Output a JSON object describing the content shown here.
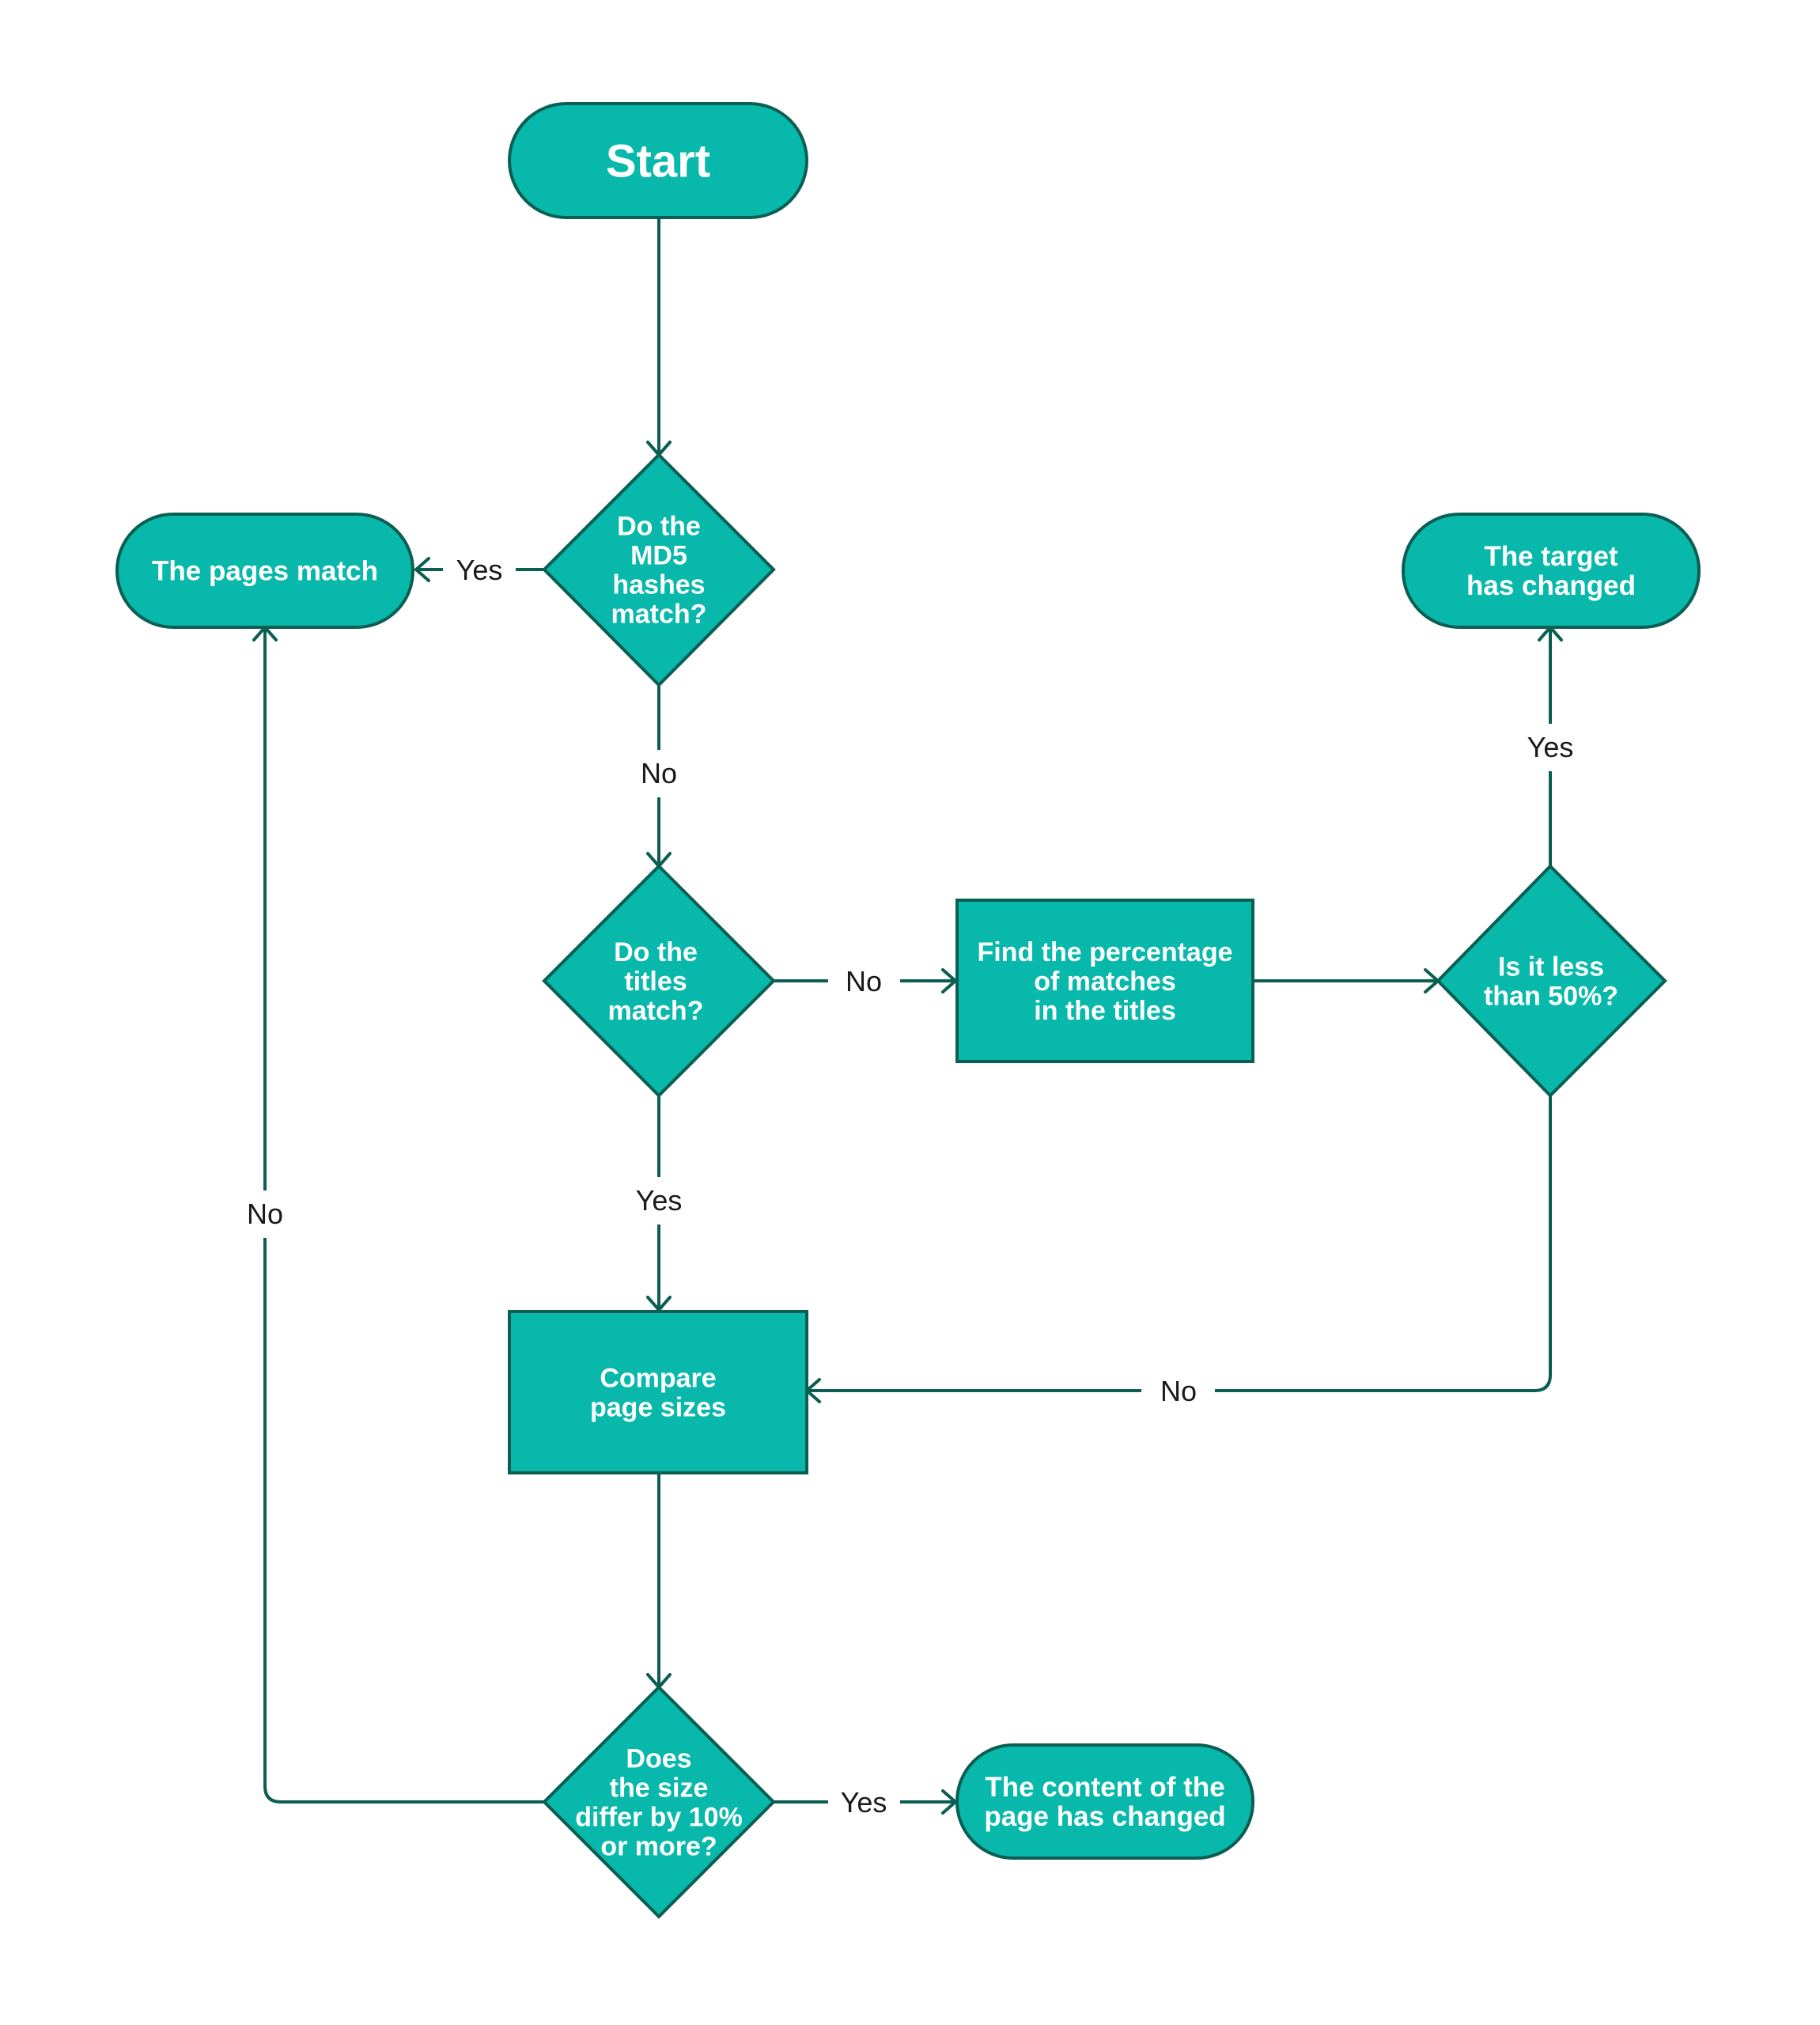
{
  "colors": {
    "node_fill": "#07b8ab",
    "stroke": "#0b5e52",
    "node_text": "#ffffff",
    "edge_label_text": "#1a1a1a",
    "background": "#ffffff"
  },
  "nodes": {
    "start": {
      "lines": [
        "Start"
      ]
    },
    "md5_decision": {
      "lines": [
        "Do the",
        "MD5",
        "hashes",
        "match?"
      ]
    },
    "pages_match": {
      "lines": [
        "The pages match"
      ]
    },
    "titles_decision": {
      "lines": [
        "Do the",
        "titles",
        "match?"
      ]
    },
    "find_percentage": {
      "lines": [
        "Find the percentage",
        "of matches",
        "in the titles"
      ]
    },
    "less_50_decision": {
      "lines": [
        "Is it less",
        "than 50%?"
      ]
    },
    "target_changed": {
      "lines": [
        "The target",
        "has changed"
      ]
    },
    "compare_sizes": {
      "lines": [
        "Compare",
        "page sizes"
      ]
    },
    "size_decision": {
      "lines": [
        "Does",
        "the size",
        "differ by 10%",
        "or more?"
      ]
    },
    "content_changed": {
      "lines": [
        "The content of the",
        "page has changed"
      ]
    }
  },
  "edge_labels": {
    "md5_yes": "Yes",
    "md5_no": "No",
    "titles_no": "No",
    "titles_yes": "Yes",
    "less50_yes": "Yes",
    "less50_no": "No",
    "size_yes": "Yes",
    "size_no": "No"
  }
}
